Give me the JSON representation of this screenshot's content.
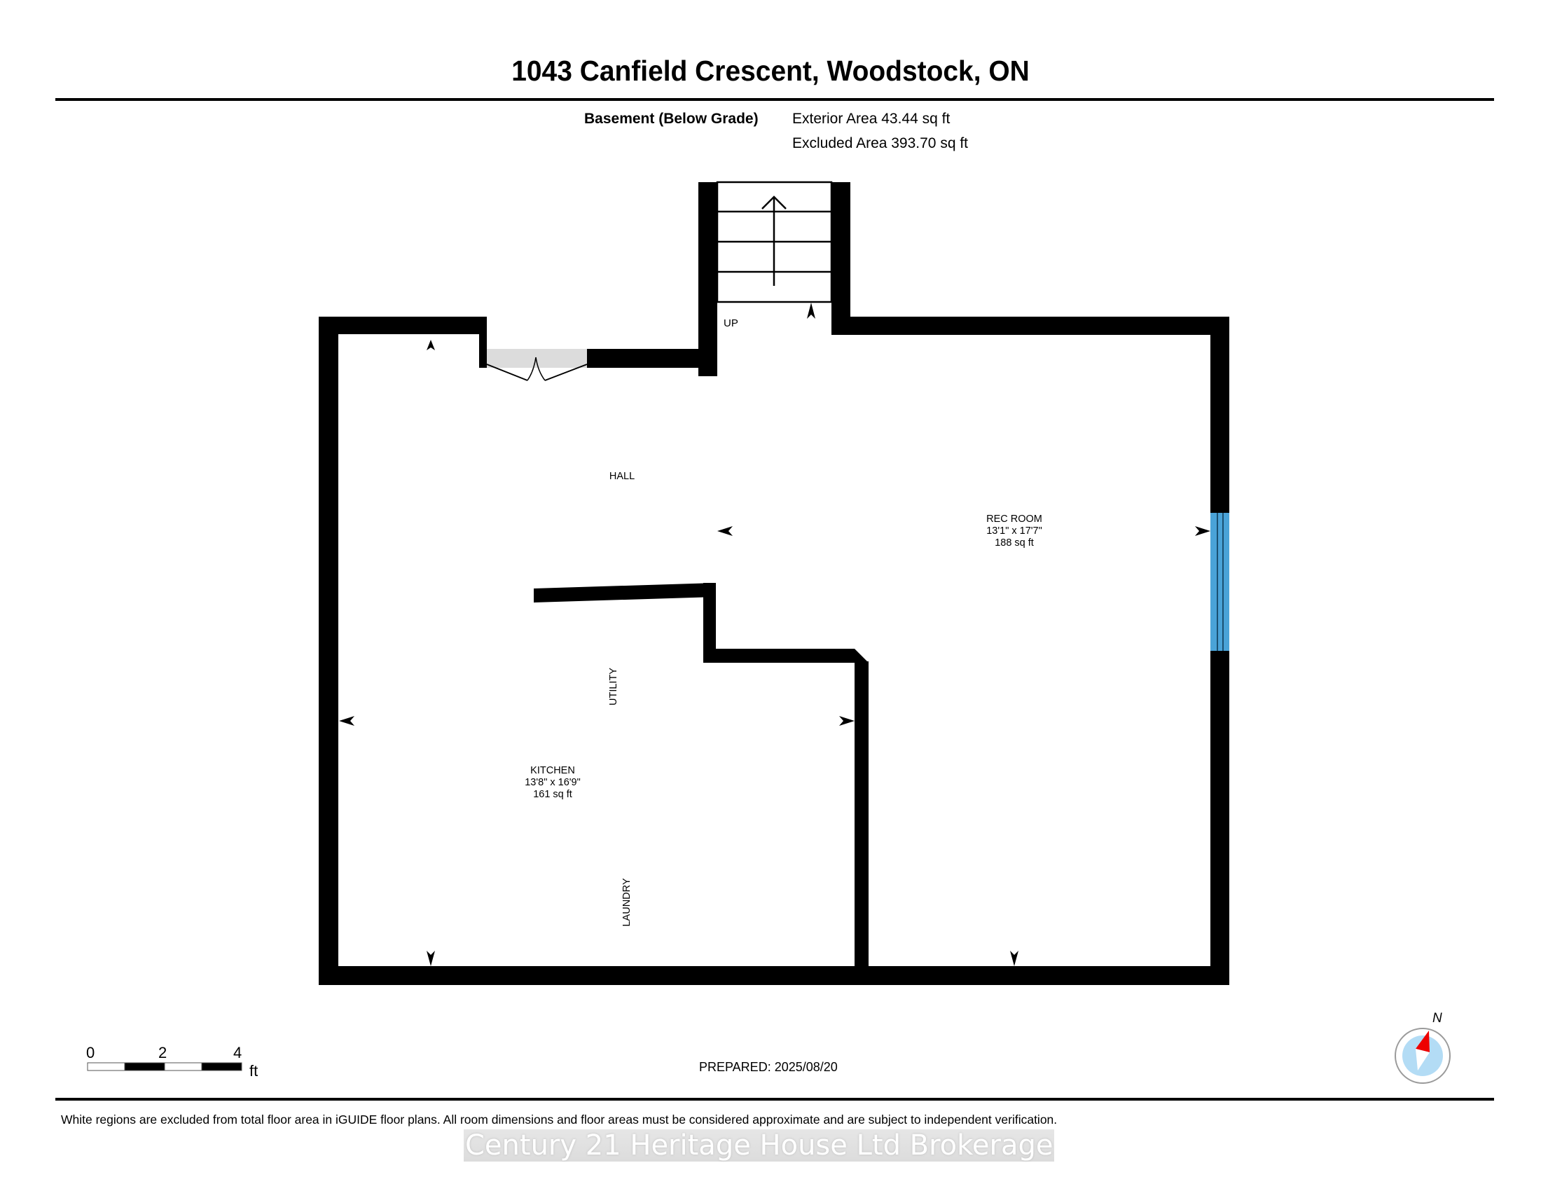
{
  "header": {
    "title": "1043 Canfield Crescent, Woodstock, ON",
    "floor_label": "Basement (Below Grade)",
    "exterior_area": "Exterior Area 43.44 sq ft",
    "excluded_area": "Excluded Area 393.70 sq ft"
  },
  "floorplan": {
    "stairs_label": "UP",
    "rooms": [
      {
        "name": "HALL"
      },
      {
        "name": "REC ROOM",
        "dimensions": "13'1\" x 17'7\"",
        "area": "188 sq ft"
      },
      {
        "name": "KITCHEN",
        "dimensions": "13'8\" x 16'9\"",
        "area": "161 sq ft"
      },
      {
        "name": "UTILITY"
      },
      {
        "name": "LAUNDRY"
      }
    ],
    "colors": {
      "wall": "#000000",
      "window": "#4aa3d8",
      "door_fill": "#dcdcdc",
      "compass_needle": "#ee0000",
      "compass_face": "#b3dcf5"
    }
  },
  "scale_bar": {
    "ticks": [
      "0",
      "2",
      "4"
    ],
    "unit": "ft"
  },
  "compass": {
    "label": "N"
  },
  "footer": {
    "prepared": "PREPARED: 2025/08/20",
    "disclaimer": "White regions are excluded from total floor area in iGUIDE floor plans. All room dimensions and floor areas must be considered approximate and are subject to independent verification.",
    "watermark": "Century 21 Heritage House Ltd Brokerage"
  }
}
